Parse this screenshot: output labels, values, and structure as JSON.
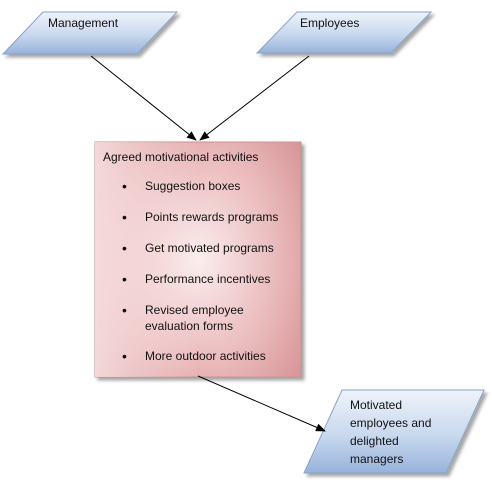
{
  "diagram": {
    "management": {
      "label": "Management"
    },
    "employees": {
      "label": "Employees"
    },
    "activities": {
      "title": "Agreed motivational activities",
      "items": [
        "Suggestion boxes",
        "Points rewards programs",
        "Get motivated programs",
        "Performance incentives",
        "Revised employee evaluation forms",
        "More outdoor activities"
      ]
    },
    "outcome": {
      "label": "Motivated employees and delighted managers"
    }
  },
  "colors": {
    "input_fill_light": "#e9f0f9",
    "input_fill_dark": "#9db7dd",
    "input_stroke": "#8aa3c6",
    "activity_fill_light": "#f9e7e7",
    "activity_fill_dark": "#d38b8e",
    "activity_stroke": "#c28f90",
    "arrow": "#000000"
  }
}
